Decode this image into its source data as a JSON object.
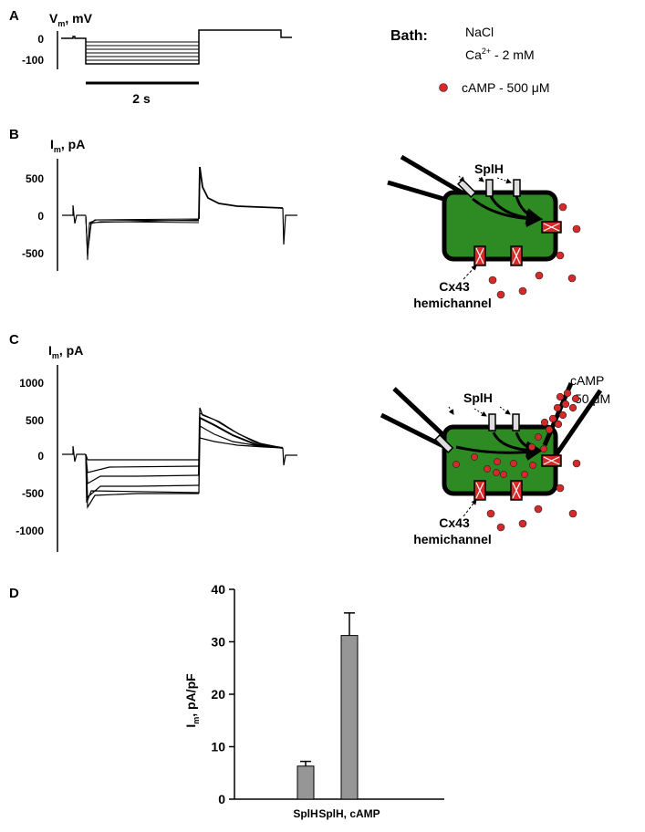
{
  "panels": {
    "A": {
      "letter": "A",
      "axis_main": "V",
      "axis_sub": "m",
      "axis_unit": ", mV",
      "ticks": [
        "0",
        "-100"
      ],
      "scalebar": "2 s"
    },
    "B": {
      "letter": "B",
      "axis_main": "I",
      "axis_sub": "m",
      "axis_unit": ", pA",
      "ticks": [
        "500",
        "0",
        "-500"
      ]
    },
    "C": {
      "letter": "C",
      "axis_main": "I",
      "axis_sub": "m",
      "axis_unit": ", pA",
      "ticks": [
        "1000",
        "500",
        "0",
        "-500",
        "-1000"
      ]
    },
    "D": {
      "letter": "D"
    }
  },
  "bath": {
    "title": "Bath:",
    "line1": "NaCl",
    "ca_main": "Ca",
    "ca_sup": "2+",
    "ca_rest": " -  2 mM",
    "camp": "cAMP - 500 μM"
  },
  "diagrams": {
    "b": {
      "splh": "SplH",
      "cx43_1": "Cx43",
      "cx43_2": "hemichannel"
    },
    "c": {
      "splh": "SplH",
      "cx43_1": "Cx43",
      "cx43_2": "hemichannel",
      "camp_1": "cAMP",
      "camp_2": "50 μM"
    }
  },
  "colors": {
    "cell_fill": "#2e8b23",
    "camp_dot": "#d42a2a",
    "bar_fill": "#969696"
  },
  "chart_data": {
    "type": "bar",
    "categories": [
      "SplH",
      "SplH, cAMP"
    ],
    "values": [
      6.3,
      31.2
    ],
    "errors": [
      0.9,
      4.3
    ],
    "title": "",
    "xlabel": "",
    "ylabel_main": "I",
    "ylabel_sub": "m",
    "ylabel_unit": ", pA/pF",
    "ylim": [
      0,
      40
    ],
    "yticks": [
      "0",
      "10",
      "20",
      "30",
      "40"
    ]
  }
}
